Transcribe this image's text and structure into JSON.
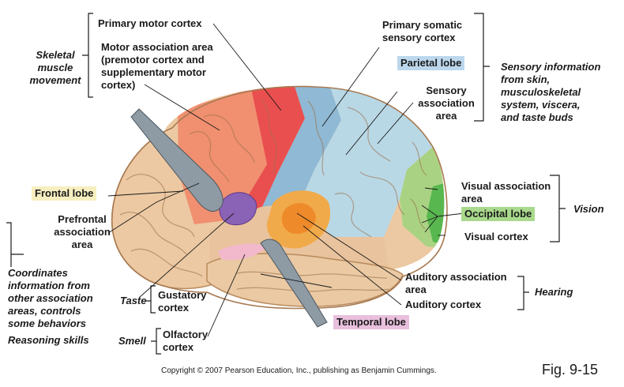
{
  "labels": {
    "primary_motor": "Primary motor cortex",
    "motor_association": "Motor association area\n(premotor cortex and\nsupplementary motor\ncortex)",
    "primary_somatic": "Primary  somatic\nsensory  cortex",
    "parietal_lobe": "Parietal  lobe",
    "sensory_association": "Sensory\nassociation\narea",
    "frontal_lobe": "Frontal lobe",
    "prefrontal": "Prefrontal\nassociation\narea",
    "visual_association": "Visual association\narea",
    "occipital_lobe": "Occipital lobe",
    "visual_cortex": "Visual cortex",
    "auditory_association": "Auditory association\narea",
    "auditory_cortex": "Auditory cortex",
    "gustatory": "Gustatory\ncortex",
    "temporal_lobe": "Temporal lobe",
    "olfactory": "Olfactory\ncortex"
  },
  "functions": {
    "skeletal": "Skeletal\nmuscle\nmovement",
    "sensory_info": "Sensory  information\nfrom skin,\nmusculoskeletal\nsystem, viscera,\nand taste buds",
    "vision": "Vision",
    "hearing": "Hearing",
    "coordinates": "Coordinates\ninformation from\nother association\nareas, controls\nsome behaviors",
    "reasoning": "Reasoning skills",
    "taste": "Taste",
    "smell": "Smell"
  },
  "footer": {
    "copyright": "Copyright © 2007 Pearson Education, Inc., publishing as Benjamin Cummings.",
    "figure": "Fig. 9-15"
  },
  "colors": {
    "frontal_base": "#ecc9a2",
    "motor_association": "#f09070",
    "primary_motor": "#ea4f4f",
    "somatic_sensory": "#8fb9d4",
    "sensory_association": "#b9d8e6",
    "visual_association": "#a9d383",
    "visual_cortex": "#58b84f",
    "auditory_association": "#f1aa4a",
    "auditory_cortex": "#ee8a2a",
    "gustatory": "#8a62b6",
    "olfactory": "#f2b8cc",
    "temporal_lobe": "#e8bfdc",
    "parietal_highlight": "#bcd7ec",
    "frontal_highlight": "#f7efc0",
    "occipital_highlight": "#a9d98c"
  }
}
